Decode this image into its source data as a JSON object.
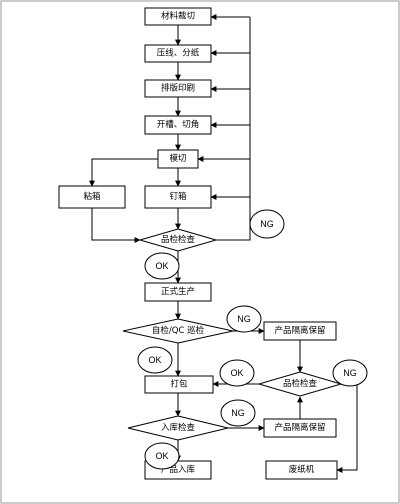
{
  "diagram": {
    "steps": {
      "material_cutting": "材料裁切",
      "creasing_slitting": "压线、分纸",
      "layout_printing": "排版印刷",
      "slotting_corner": "开槽、切角",
      "die_cutting": "模切",
      "gluing_box": "粘箱",
      "stitching_box": "钉箱",
      "formal_production": "正式生产",
      "packing": "打包",
      "product_warehousing": "产品入库",
      "waste_paper": "废纸机"
    },
    "decisions": {
      "quality_inspection": "品检检查",
      "self_qc_check": "自检/QC 巡检",
      "quality_inspection_2": "品检检查",
      "warehouse_inspection": "入库检查"
    },
    "isolation": {
      "isolation_1": "产品隔离保留",
      "isolation_2": "产品隔离保留"
    },
    "results": {
      "ng_top": "NG",
      "ok_1": "OK",
      "ng_qc": "NG",
      "ok_2": "OK",
      "ok_3": "OK",
      "ng_right": "NG",
      "ng_warehouse": "NG",
      "ok_4": "OK"
    }
  }
}
